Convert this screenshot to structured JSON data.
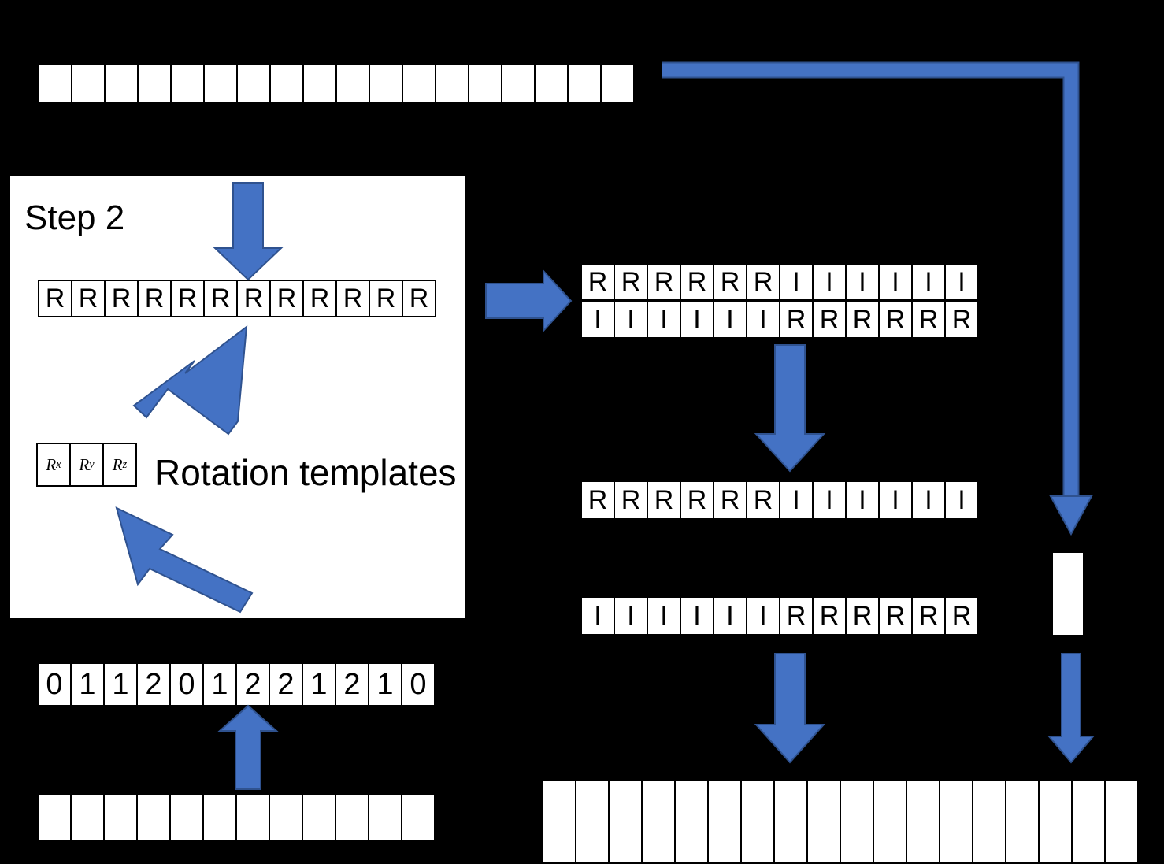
{
  "figure": {
    "background_color": "#000000",
    "accent_color": "#4472C4",
    "accent_stroke_color": "#2F528F",
    "cell_fill": "#ffffff",
    "cell_border": "#000000"
  },
  "panel": {
    "title": "Step 2",
    "caption": "Rotation templates",
    "rotation_templates": [
      {
        "base": "R",
        "sub": "x"
      },
      {
        "base": "R",
        "sub": "y"
      },
      {
        "base": "R",
        "sub": "z"
      }
    ],
    "rotation_row": [
      "R",
      "R",
      "R",
      "R",
      "R",
      "R",
      "R",
      "R",
      "R",
      "R",
      "R",
      "R"
    ]
  },
  "strips": {
    "top_input": [
      "",
      "",
      "",
      "",
      "",
      "",
      "",
      "",
      "",
      "",
      "",
      "",
      "",
      "",
      "",
      "",
      "",
      ""
    ],
    "interleaved_top": [
      "R",
      "R",
      "R",
      "R",
      "R",
      "R",
      "I",
      "I",
      "I",
      "I",
      "I",
      "I"
    ],
    "interleaved_bottom": [
      "I",
      "I",
      "I",
      "I",
      "I",
      "I",
      "R",
      "R",
      "R",
      "R",
      "R",
      "R"
    ],
    "selected_first": [
      "R",
      "R",
      "R",
      "R",
      "R",
      "R",
      "I",
      "I",
      "I",
      "I",
      "I",
      "I"
    ],
    "selected_second": [
      "I",
      "I",
      "I",
      "I",
      "I",
      "I",
      "R",
      "R",
      "R",
      "R",
      "R",
      "R"
    ],
    "digits_row": [
      "0",
      "1",
      "1",
      "2",
      "0",
      "1",
      "2",
      "2",
      "1",
      "2",
      "1",
      "0"
    ],
    "empty_row_left": [
      "",
      "",
      "",
      "",
      "",
      "",
      "",
      "",
      "",
      "",
      "",
      ""
    ],
    "single_cell": [
      ""
    ],
    "bottom_output": [
      "",
      "",
      "",
      "",
      "",
      "",
      "",
      "",
      "",
      "",
      "",
      "",
      "",
      "",
      "",
      "",
      "",
      ""
    ]
  },
  "arrows": {
    "down_into_rotation_row": "down-arrow",
    "diagonal_up_right": "diagonal-up-right-arrow",
    "diagonal_up_left": "diagonal-up-left-arrow",
    "right_to_interleaved": "right-arrow",
    "down_to_selected_first": "down-arrow",
    "down_to_bottom_output": "down-arrow",
    "up_to_digits": "up-arrow",
    "elbow_top_to_single_cell": "elbow-connector-arrow",
    "down_from_single_cell": "down-arrow"
  }
}
